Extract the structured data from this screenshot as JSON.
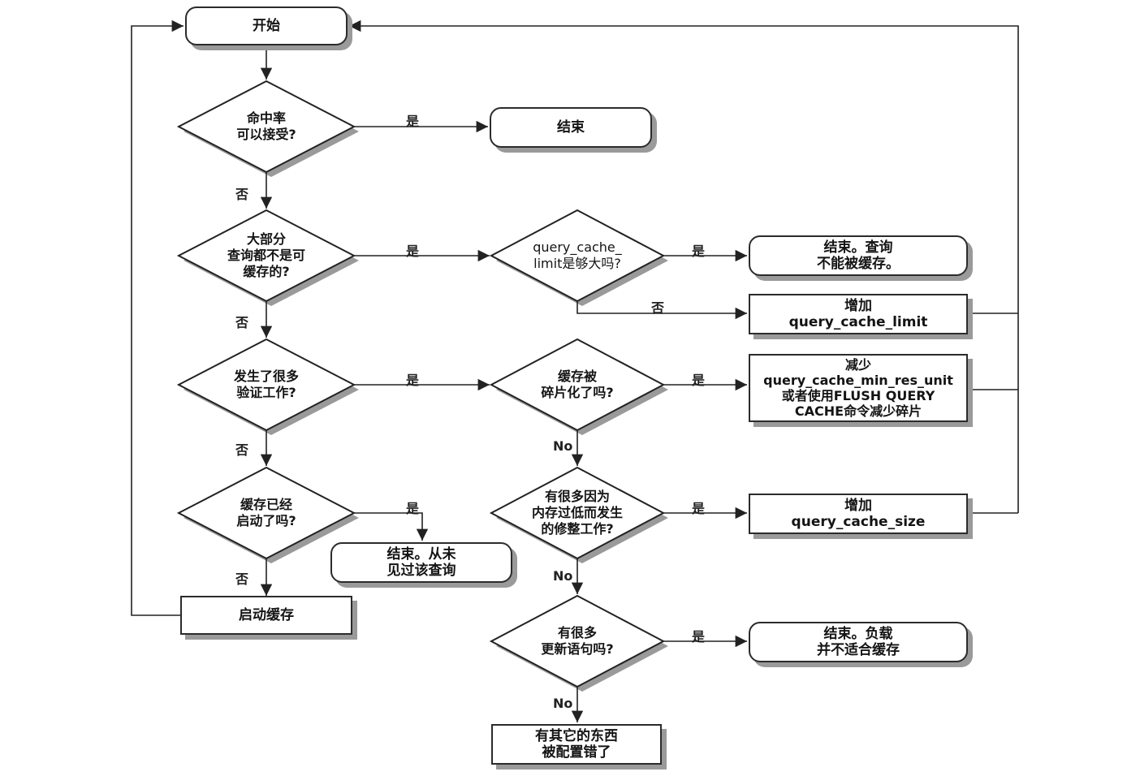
{
  "nodes": {
    "start": "开始",
    "d_hit_rate": "命中率\n可以接受?",
    "end_1": "结束",
    "d_cacheable": "大部分\n查询都不是可\n缓存的?",
    "d_limit": "query_cache_\nlimit是够大吗?",
    "end_no_cache": "结束。查询\n不能被缓存。",
    "inc_limit": "增加\nquery_cache_limit",
    "d_validation": "发生了很多\n验证工作?",
    "d_fragmented": "缓存被\n碎片化了吗?",
    "reduce_unit": "减少\nquery_cache_min_res_unit\n或者使用FLUSH QUERY\nCACHE命令减少碎片",
    "d_enabled": "缓存已经\n启动了吗?",
    "end_never_seen": "结束。从未\n见过该查询",
    "d_low_memory": "有很多因为\n内存过低而发生\n的修整工作?",
    "inc_size": "增加\nquery_cache_size",
    "enable_cache": "启动缓存",
    "d_updates": "有很多\n更新语句吗?",
    "end_workload": "结束。负载\n并不适合缓存",
    "misconfig": "有其它的东西\n被配置错了"
  },
  "edge_labels": {
    "yes": "是",
    "no": "否",
    "no_en": "No"
  }
}
